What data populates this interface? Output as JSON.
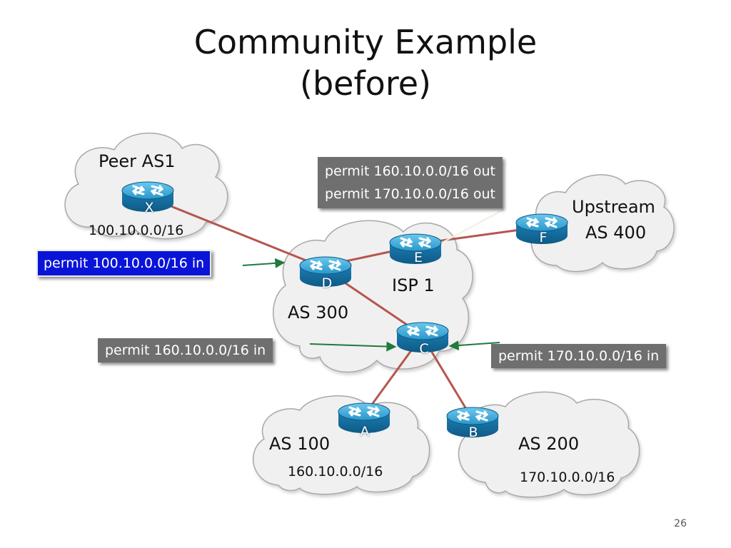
{
  "slide": {
    "title_line1": "Community Example",
    "title_line2": "(before)",
    "page_number": "26"
  },
  "clouds": {
    "peer": {
      "label": "Peer AS1",
      "prefix": "100.10.0.0/16"
    },
    "upstream": {
      "label_line1": "Upstream",
      "label_line2": "AS 400"
    },
    "isp": {
      "label_isp": "ISP 1",
      "label_as": "AS 300"
    },
    "as100": {
      "label": "AS 100",
      "prefix": "160.10.0.0/16"
    },
    "as200": {
      "label": "AS 200",
      "prefix": "170.10.0.0/16"
    }
  },
  "routers": {
    "x": "X",
    "d": "D",
    "e": "E",
    "f": "F",
    "c": "C",
    "a": "A",
    "b": "B"
  },
  "policies": {
    "upstream_out": [
      "permit 160.10.0.0/16 out",
      "permit 170.10.0.0/16 out"
    ],
    "peer_in": "permit 100.10.0.0/16 in",
    "as100_in": "permit 160.10.0.0/16 in",
    "as200_in": "permit 170.10.0.0/16 in"
  },
  "colors": {
    "link": "#b5564f",
    "arrow": "#1f7a3c",
    "router_blue": "#1e8fc4",
    "cloud_fill": "#f0f0f0",
    "cloud_stroke": "#a8a8a8",
    "policy_gray": "#6f6f6f",
    "policy_blue": "#0a14d8"
  }
}
